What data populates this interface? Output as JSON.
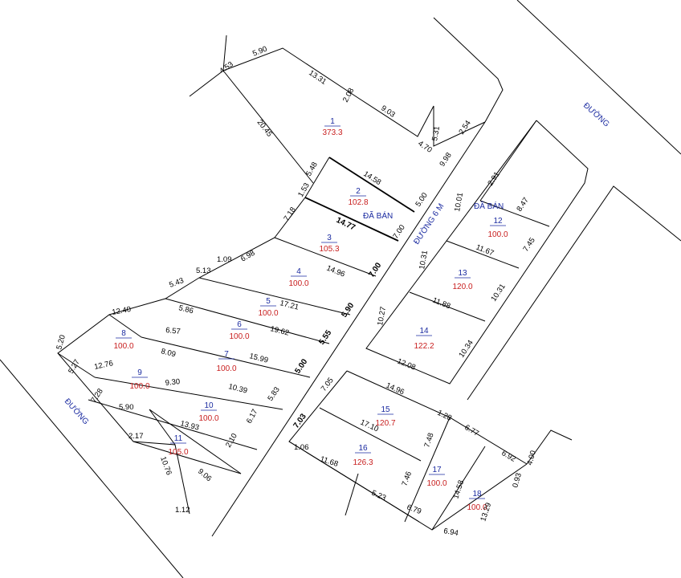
{
  "roads": {
    "top_right": "ĐƯỜNG",
    "bottom_left": "ĐƯỜNG",
    "middle": "ĐƯỜNG 6 M"
  },
  "sold_labels": [
    "ĐÃ BÁN",
    "ĐÃ BÁN"
  ],
  "lots": [
    {
      "no": "1",
      "area": "373.3"
    },
    {
      "no": "2",
      "area": "102.8"
    },
    {
      "no": "3",
      "area": "105.3"
    },
    {
      "no": "4",
      "area": "100.0"
    },
    {
      "no": "5",
      "area": "100.0"
    },
    {
      "no": "6",
      "area": "100.0"
    },
    {
      "no": "7",
      "area": "100.0"
    },
    {
      "no": "8",
      "area": "100.0"
    },
    {
      "no": "9",
      "area": "100.0"
    },
    {
      "no": "10",
      "area": "100.0"
    },
    {
      "no": "11",
      "area": "105.0"
    },
    {
      "no": "12",
      "area": "100.0"
    },
    {
      "no": "13",
      "area": "120.0"
    },
    {
      "no": "14",
      "area": "122.2"
    },
    {
      "no": "15",
      "area": "120.7"
    },
    {
      "no": "16",
      "area": "126.3"
    },
    {
      "no": "17",
      "area": "100.0"
    },
    {
      "no": "18",
      "area": "100.0"
    }
  ],
  "dimensions": [
    "4.53",
    "5.90",
    "13.31",
    "2.08",
    "9.03",
    "4.70",
    "5.31",
    "2.54",
    "9.98",
    "20.45",
    "5.48",
    "1.53",
    "14.58",
    "5.00",
    "7.18",
    "14.77",
    "7.00",
    "6.98",
    "5.13",
    "1.09",
    "14.96",
    "7.00",
    "5.43",
    "17.21",
    "5.90",
    "12.40",
    "5.86",
    "19.62",
    "5.55",
    "5.20",
    "6.57",
    "15.99",
    "5.00",
    "5.27",
    "12.76",
    "8.09",
    "10.39",
    "5.83",
    "9.30",
    "7.28",
    "5.90",
    "13.93",
    "6.17",
    "2.17",
    "2.10",
    "10.76",
    "9.06",
    "1.12",
    "2.91",
    "10.01",
    "8.47",
    "11.67",
    "7.45",
    "10.31",
    "11.88",
    "10.31",
    "10.27",
    "10.34",
    "12.08",
    "7.05",
    "14.96",
    "7.03",
    "1.28",
    "6.77",
    "17.10",
    "7.48",
    "1.06",
    "11.68",
    "7.46",
    "14.58",
    "6.92",
    "4.00",
    "0.93",
    "5.23",
    "6.79",
    "13.29",
    "6.94"
  ]
}
